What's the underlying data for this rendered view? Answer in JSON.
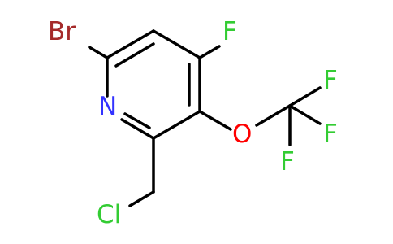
{
  "atoms": {
    "br": {
      "label": "Br",
      "color": "#a52a2a"
    },
    "n": {
      "label": "N",
      "color": "#3333ff"
    },
    "f_ring": {
      "label": "F",
      "color": "#33cc33"
    },
    "o": {
      "label": "O",
      "color": "#ff0000"
    },
    "f1": {
      "label": "F",
      "color": "#33cc33"
    },
    "f2": {
      "label": "F",
      "color": "#33cc33"
    },
    "f3": {
      "label": "F",
      "color": "#33cc33"
    },
    "cl": {
      "label": "Cl",
      "color": "#33cc33"
    }
  },
  "bond_color": "#000000"
}
